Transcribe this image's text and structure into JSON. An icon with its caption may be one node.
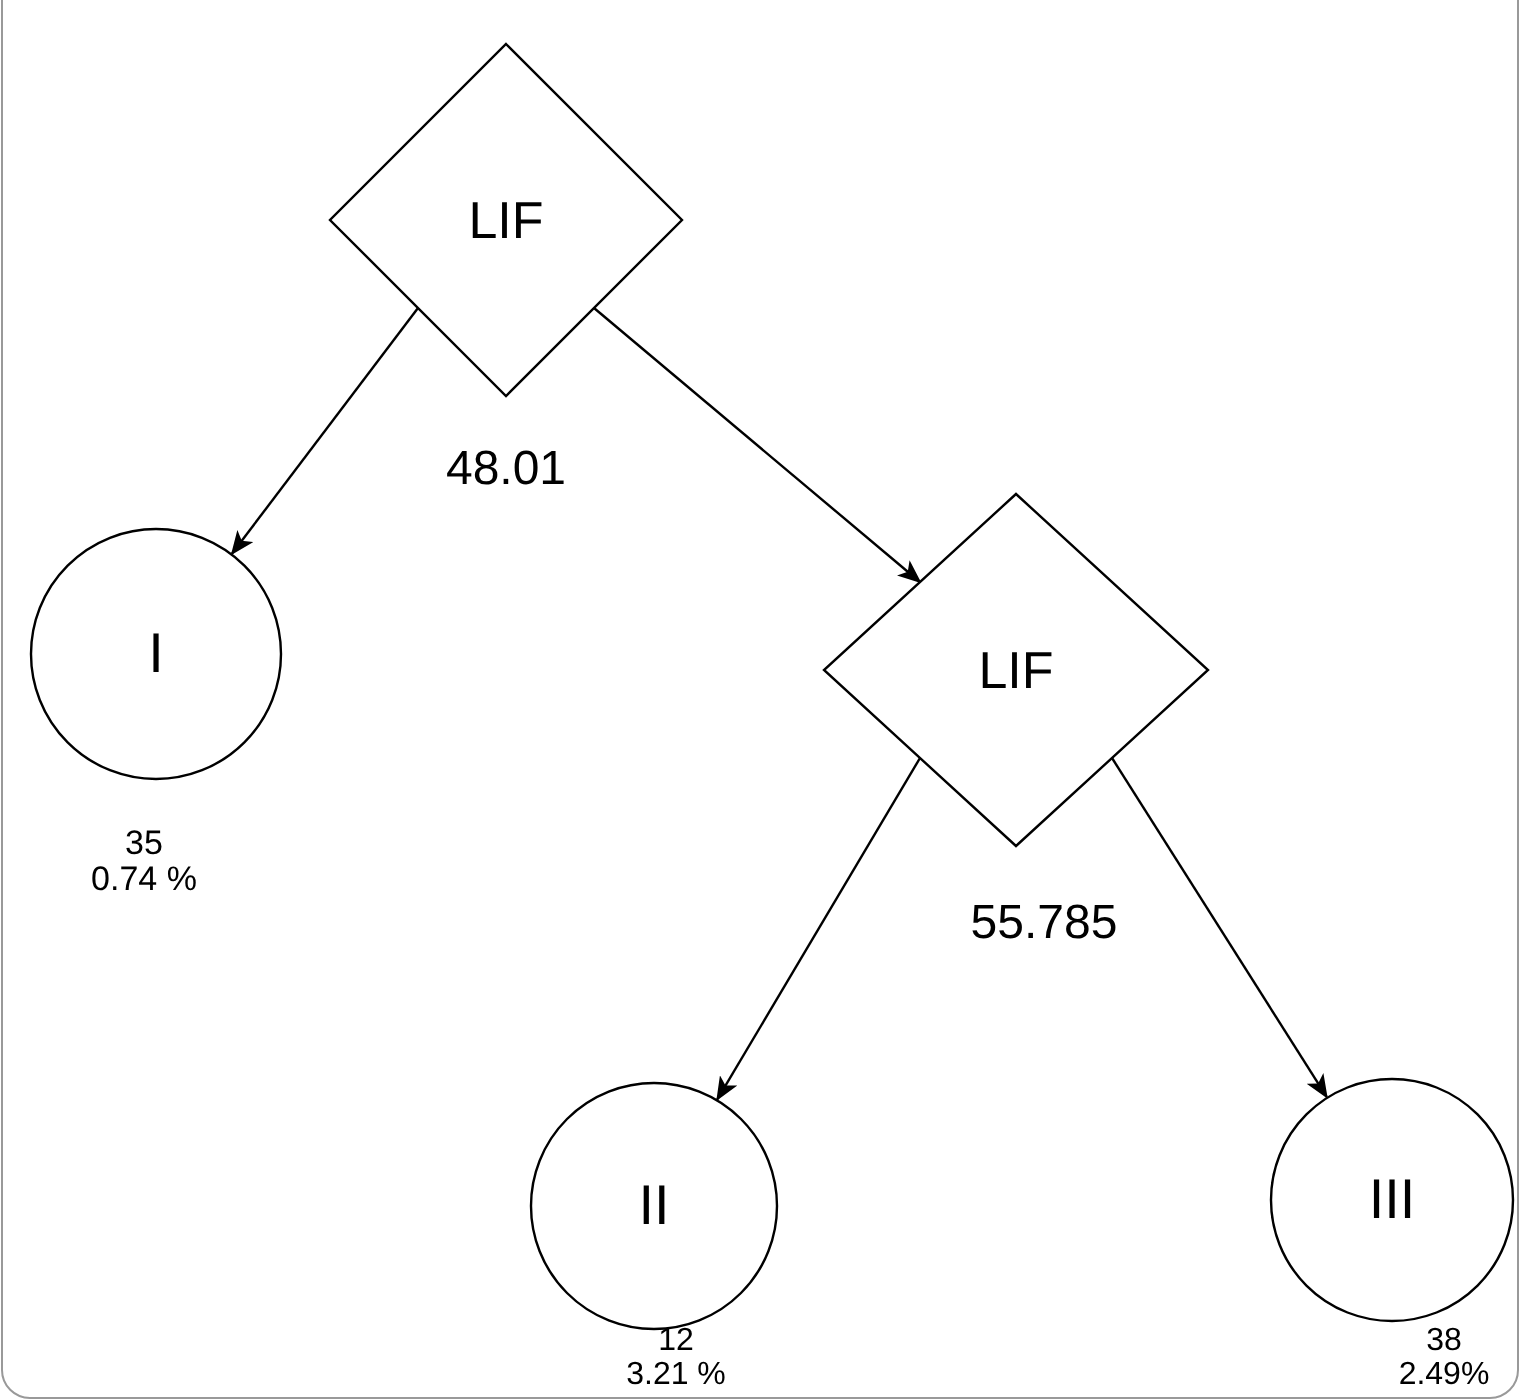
{
  "diagram": {
    "nodes": [
      {
        "text": [
          "LIF"
        ],
        "beside": [
          "48.01"
        ]
      },
      {
        "text": [
          "I"
        ],
        "beside": [
          "35",
          "0.74 %"
        ]
      },
      {
        "text": [
          "LIF"
        ],
        "beside": [
          "55.785"
        ]
      },
      {
        "text": [
          "II"
        ],
        "beside": [
          "12",
          "3.21 %"
        ]
      },
      {
        "text": [
          "III"
        ],
        "beside": [
          "38",
          "2.49%"
        ]
      }
    ],
    "edges": [
      {
        "from": 0,
        "to": 1,
        "arrow": "to"
      },
      {
        "from": 0,
        "to": 2,
        "arrow": "to"
      },
      {
        "from": 2,
        "to": 3,
        "arrow": "to"
      },
      {
        "from": 2,
        "to": 4,
        "arrow": "to"
      }
    ]
  }
}
